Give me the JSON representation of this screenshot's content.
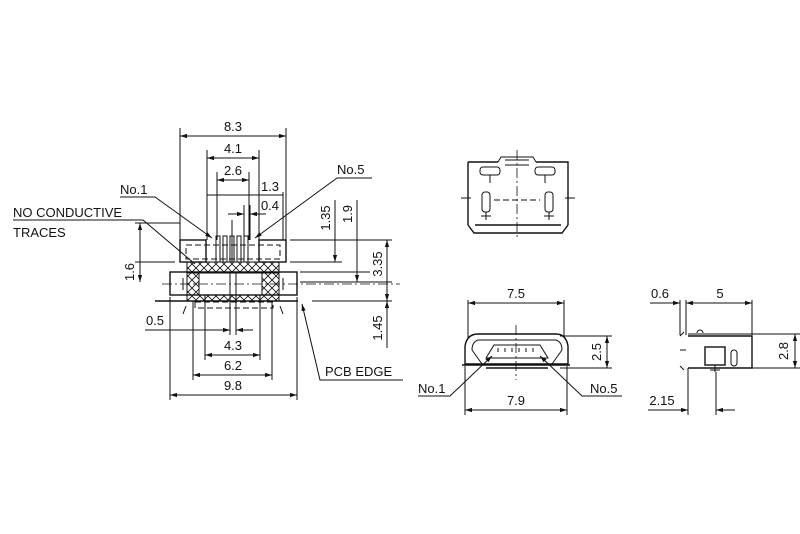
{
  "top_view": {
    "dims": {
      "w_8_3": "8.3",
      "w_4_1": "4.1",
      "w_2_6": "2.6",
      "w_1_3": "1.3",
      "w_0_4": "0.4",
      "h_1_35": "1.35",
      "h_1_9": "1.9",
      "h_3_35": "3.35",
      "h_1_45": "1.45",
      "h_1_6": "1.6",
      "w_0_5": "0.5",
      "w_4_3": "4.3",
      "w_6_2": "6.2",
      "w_9_8": "9.8"
    },
    "labels": {
      "pin1": "No.1",
      "pin5": "No.5",
      "no_conductive_1": "NO CONDUCTIVE",
      "no_conductive_2": "TRACES",
      "pcb_edge": "PCB EDGE"
    }
  },
  "front_view": {
    "dims": {
      "w_7_5": "7.5",
      "h_2_5": "2.5",
      "w_7_9": "7.9"
    },
    "labels": {
      "pin1": "No.1",
      "pin5": "No.5"
    }
  },
  "side_view": {
    "dims": {
      "w_0_6": "0.6",
      "w_5": "5",
      "h_2_8": "2.8",
      "w_2_15": "2.15"
    }
  }
}
